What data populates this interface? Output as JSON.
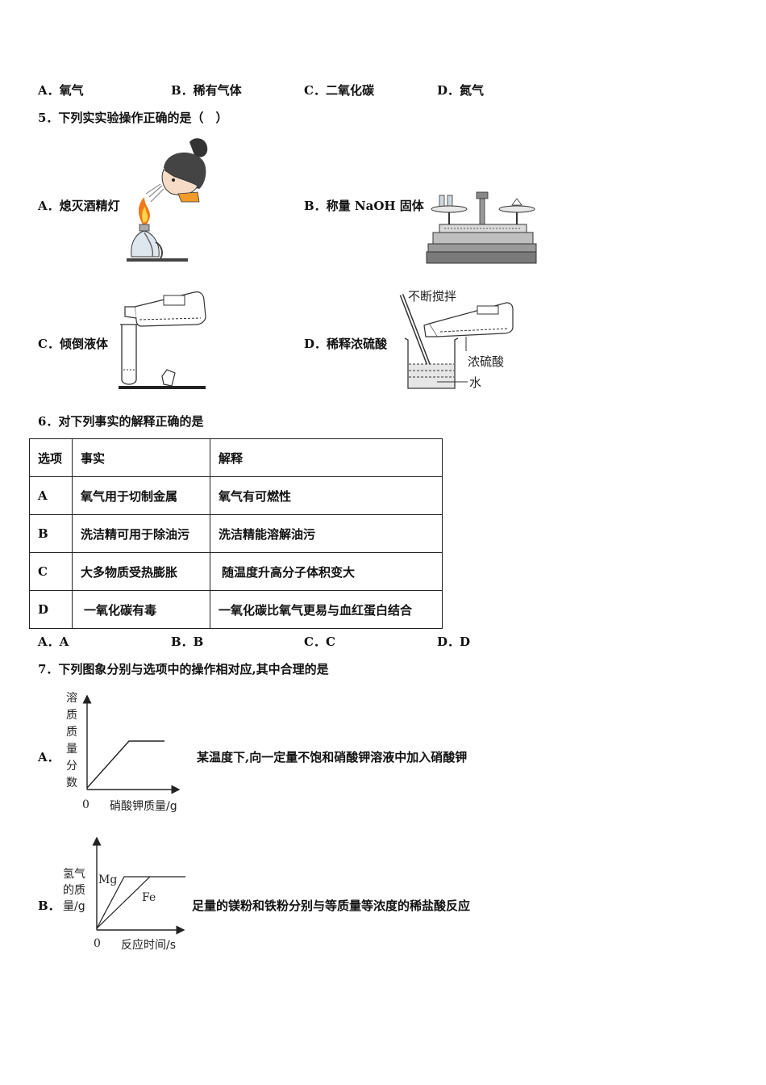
{
  "q4": {
    "options": [
      "A．氧气",
      "B．稀有气体",
      "C．二氧化碳",
      "D．氮气"
    ]
  },
  "q5": {
    "stem": "5．下列实实验操作正确的是（　）",
    "option_a": "A．熄灭酒精灯",
    "option_b": "B．称量 NaOH 固体",
    "option_c": "C．倾倒液体",
    "option_d": "D．稀释浓硫酸",
    "fig_d_labels": {
      "stir": "不断搅拌",
      "acid": "浓硫酸",
      "water": "水"
    }
  },
  "q6": {
    "stem": "6．对下列事实的解释正确的是",
    "headers": [
      "选项",
      "事实",
      "解释"
    ],
    "rows": [
      [
        "A",
        "氧气用于切制金属",
        "氧气有可燃性"
      ],
      [
        "B",
        "洗洁精可用于除油污",
        "洗洁精能溶解油污"
      ],
      [
        "C",
        "大多物质受热膨胀",
        "随温度升高分子体积变大"
      ],
      [
        "D",
        "一氧化碳有毒",
        "一氧化碳比氧气更易与血红蛋白结合"
      ]
    ],
    "options": [
      "A．A",
      "B．B",
      "C．C",
      "D．D"
    ]
  },
  "q7": {
    "stem": "7．下列图象分别与选项中的操作相对应,其中合理的是",
    "option_a_letter": "A．",
    "option_a_text": "某温度下,向一定量不饱和硝酸钾溶液中加入硝酸钾",
    "option_b_letter": "B．",
    "option_b_text": "足量的镁粉和铁粉分别与等质量等浓度的稀盐酸反应",
    "graph_a": {
      "ylabel_chars": [
        "溶",
        "质",
        "质",
        "量",
        "分",
        "数"
      ],
      "xlabel": "硝酸钾质量/g",
      "origin": "0"
    },
    "graph_b": {
      "ylabel_lines": [
        "氢气",
        "的质",
        "量/g"
      ],
      "xlabel": "反应时间/s",
      "origin": "0",
      "series": [
        "Mg",
        "Fe"
      ]
    }
  }
}
